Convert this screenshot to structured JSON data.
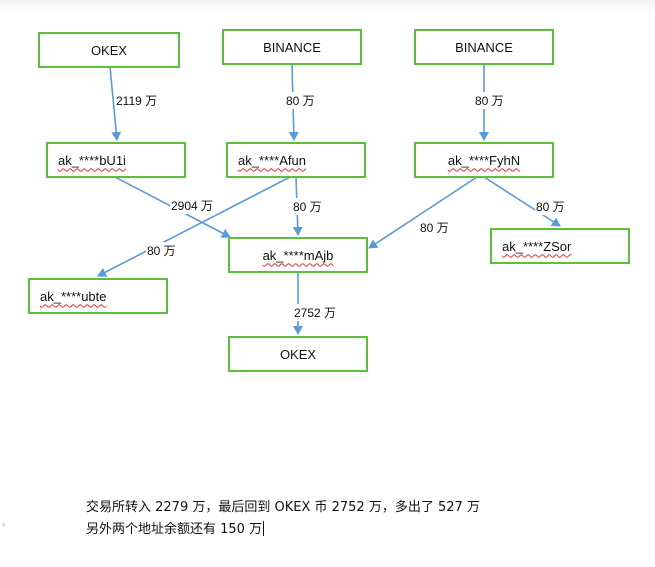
{
  "nodes": {
    "okex_top": "OKEX",
    "binance_1": "BINANCE",
    "binance_2": "BINANCE",
    "addr_bu1i": "ak_****bU1i",
    "addr_afun": "ak_****Afun",
    "addr_fyhn": "ak_****FyhN",
    "addr_majb": "ak_****mAjb",
    "addr_zsor": "ak_****ZSor",
    "addr_ubte": "ak_****ubte",
    "okex_bottom": "OKEX"
  },
  "edges": {
    "okex_to_bu1i": "2119 万",
    "binance1_to_afun": "80 万",
    "binance2_to_fyhn": "80 万",
    "bu1i_to_majb": "2904 万",
    "afun_to_majb": "80 万",
    "afun_to_ubte": "80 万",
    "fyhn_to_majb": "80 万",
    "fyhn_to_zsor": "80 万",
    "majb_to_okex": "2752 万"
  },
  "notes": {
    "line1": "交易所转入 2279 万，最后回到 OKEX 币 2752 万，多出了 527 万",
    "line2": "另外两个地址余额还有 150 万"
  },
  "colors": {
    "box_border": "#5cbf3b",
    "arrow": "#5b9bd5"
  }
}
